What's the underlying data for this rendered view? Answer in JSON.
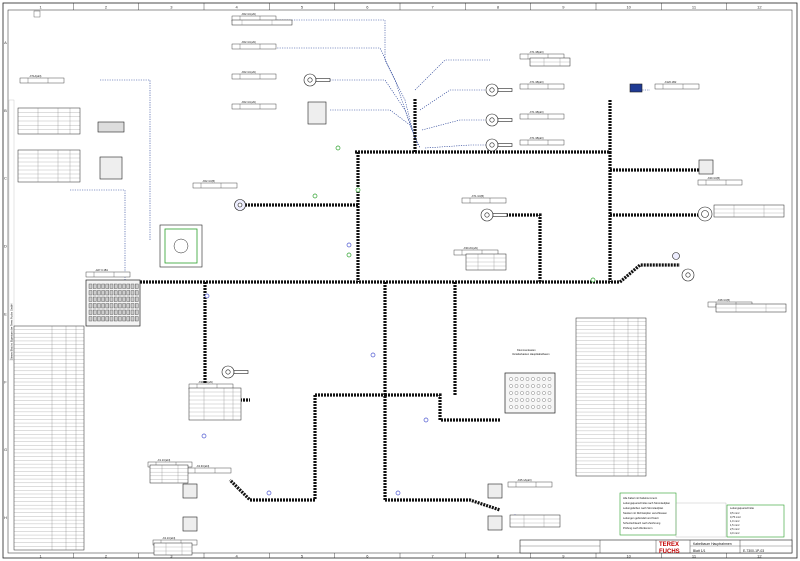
{
  "grid": {
    "columns": [
      "1",
      "2",
      "3",
      "4",
      "5",
      "6",
      "7",
      "8",
      "9",
      "10",
      "11",
      "12"
    ],
    "rows": [
      "A",
      "B",
      "C",
      "D",
      "E",
      "F",
      "G",
      "H"
    ]
  },
  "connectors": [
    {
      "id": "top1",
      "ref": "-X02.1C(ahl)"
    },
    {
      "id": "top2",
      "ref": "-X02.1C(ahl)"
    },
    {
      "id": "top3",
      "ref": "-X02.1C(ahl)"
    },
    {
      "id": "top4",
      "ref": "-X02.1C(ahl)"
    },
    {
      "id": "k1",
      "ref": "-X71A(ahl)"
    },
    {
      "id": "mid1",
      "ref": "-X71.1B(ahl)"
    },
    {
      "id": "mid2",
      "ref": "-X71.1B(ahl)"
    },
    {
      "id": "mid3",
      "ref": "-X71.1B(ahl)"
    },
    {
      "id": "mid4",
      "ref": "-X71.1B(ahl)"
    },
    {
      "id": "r1",
      "ref": "-X120.1B2"
    },
    {
      "id": "r2",
      "ref": "-X20.1C(B)"
    },
    {
      "id": "r3",
      "ref": "-X28.1C(B)"
    },
    {
      "id": "c1",
      "ref": "-X71.1C(B)"
    },
    {
      "id": "c2",
      "ref": "-X02.1C(B)"
    },
    {
      "id": "ecu",
      "ref": "-A07.0.1B1"
    },
    {
      "id": "bl1",
      "ref": "-X1.1C(ahl)"
    },
    {
      "id": "bl2",
      "ref": "-X2.1C(ahl)"
    },
    {
      "id": "bl3",
      "ref": "-X2.3C(ahl)"
    },
    {
      "id": "bc1",
      "ref": "-X30.1C(ahl)"
    },
    {
      "id": "bc2",
      "ref": "-X30.2C(ahl)"
    },
    {
      "id": "br1",
      "ref": "-X25.1A(ahl)"
    }
  ],
  "sheet_side_note": "Dieses Blatt ist Eigentum der Terex Fuchs GmbH",
  "terminal_box": {
    "title": "Klemmenkasten",
    "subtitle": "Verteilerkasten Hauptkabelbaum"
  },
  "notes_box": {
    "lines": [
      "Alle Kabel mit Kabelnummern",
      "Leitungsquerschnitte nach Stromlaufplan",
      "Leitungsfarben nach Stromlaufplan",
      "Stecker mit Dichtstopfen verschlossen",
      "Leitungen gebündelt und fixiert",
      "Schutzschlauch nach Zeichnung",
      "Prüfung nach Werksnorm"
    ]
  },
  "legend_box": {
    "title": "Leitungsquerschnitte",
    "lines": [
      "0,5 mm²",
      "0,75 mm²",
      "1,0 mm²",
      "1,5 mm²",
      "2,5 mm²",
      "4,0 mm²"
    ]
  },
  "title_block": {
    "brand1": "TEREX",
    "brand2": "FUCHS",
    "title": "Kabelbaum Hauptrahmen",
    "drawing_no": "E-7300-1P-03",
    "sheet": "Blatt 1/1"
  }
}
